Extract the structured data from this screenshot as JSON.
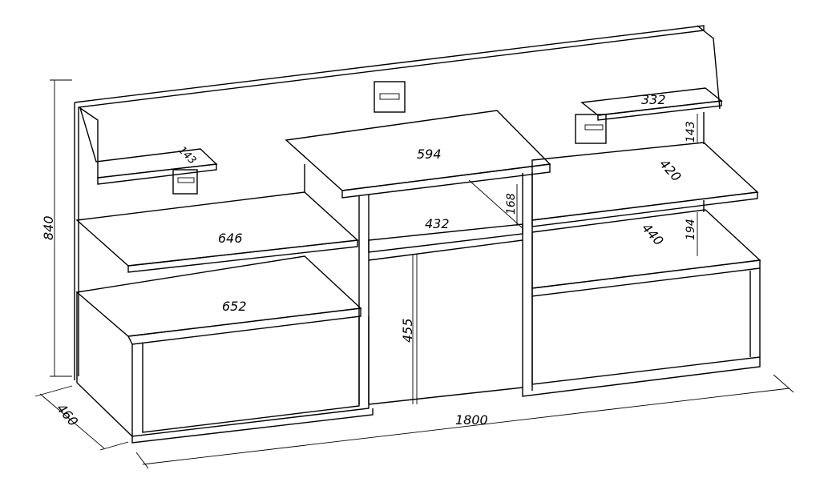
{
  "dimensions": {
    "height_total": "840",
    "depth_total": "460",
    "width_total": "1800",
    "left_shelf_top_depth": "143",
    "center_top_width": "594",
    "left_shelf_width": "646",
    "left_cabinet_width": "652",
    "center_shelf_width": "432",
    "center_shelf_height": "168",
    "center_door_height": "455",
    "right_shelf_top_width": "332",
    "right_shelf_top_height": "143",
    "right_shelf_depth": "420",
    "right_cabinet_depth": "440",
    "right_shelf_height": "194"
  }
}
